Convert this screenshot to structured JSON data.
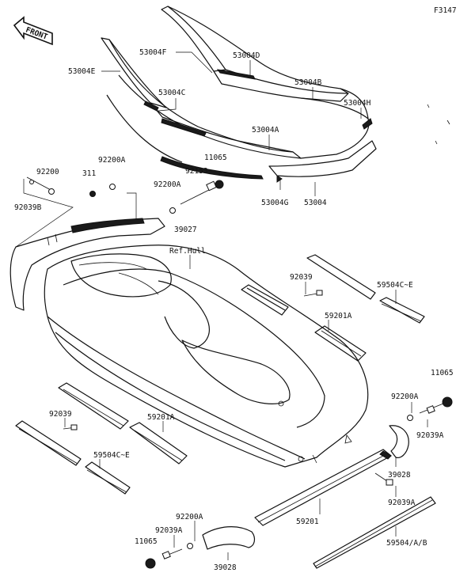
{
  "diagram_id": "F3147",
  "front_badge": "FRONT",
  "labels": {
    "l53004F": "53004F",
    "l53004D": "53004D",
    "l53004E": "53004E",
    "l53004B": "53004B",
    "l53004C": "53004C",
    "l53004H": "53004H",
    "l53004A": "53004A",
    "l11065_top": "11065",
    "l53004G": "53004G",
    "l53004": "53004",
    "l92200_top": "92200",
    "l92200A_top": "92200A",
    "l311": "311",
    "l92153": "92153",
    "l92200A_mid": "92200A",
    "l92039B": "92039B",
    "l39027": "39027",
    "lRefHull": "Ref.Hull",
    "l92039_right": "92039",
    "l59504CE_right": "59504C~E",
    "l59201A_right": "59201A",
    "l11065_right": "11065",
    "l92200A_right": "92200A",
    "l92039A_right": "92039A",
    "l39028_right": "39028",
    "l92039_left": "92039",
    "l59201A_left": "59201A",
    "l59504CE_left": "59504C~E",
    "l92039A_bottom": "92039A",
    "l59201": "59201",
    "l92200A_bottom": "92200A",
    "l92039A_bl": "92039A",
    "l11065_bl": "11065",
    "l59504AB": "59504/A/B",
    "l39028_bottom": "39028"
  }
}
